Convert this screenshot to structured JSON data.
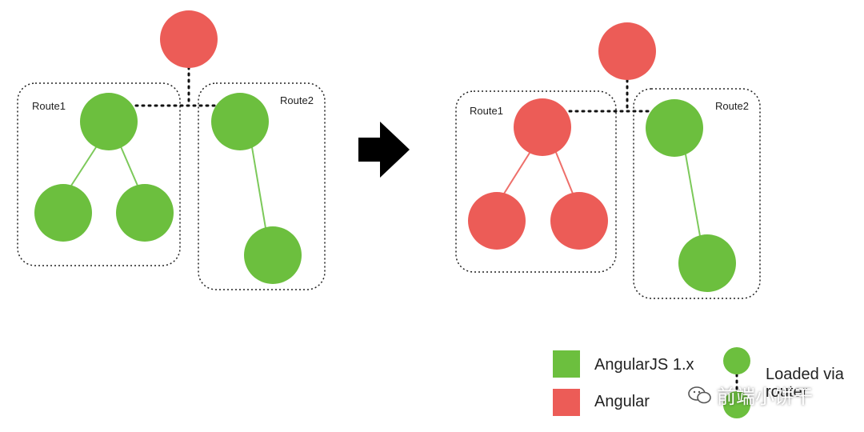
{
  "colors": {
    "angularjs": "#6cbf3e",
    "angular": "#ec5c57",
    "link_angularjs": "#7cc95a",
    "link_angular": "#ee6f6a"
  },
  "left_diagram": {
    "framework": "angularjs",
    "route1_label": "Route1",
    "route2_label": "Route2"
  },
  "right_diagram": {
    "framework": "angular",
    "route1_label": "Route1",
    "route2_label": "Route2"
  },
  "arrow": {
    "icon": "right-arrow-icon"
  },
  "legend": {
    "items": [
      {
        "label": "AngularJS 1.x",
        "color_key": "angularjs"
      },
      {
        "label": "Angular",
        "color_key": "angular"
      }
    ],
    "router_label": "Loaded via\nrouter"
  },
  "watermark": {
    "text": "前端小饼干",
    "icon": "wechat-icon"
  }
}
